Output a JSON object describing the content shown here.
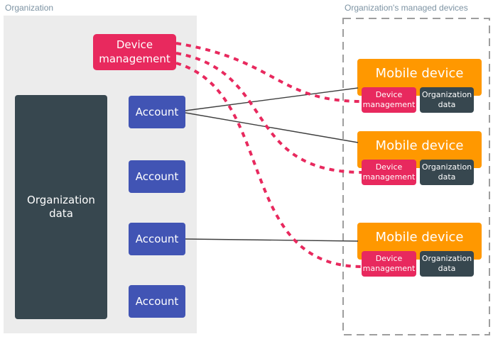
{
  "organization": {
    "label": "Organization",
    "device_management_label": "Device\nmanagement",
    "data_label": "Organization\ndata",
    "accounts": [
      "Account",
      "Account",
      "Account",
      "Account"
    ]
  },
  "managed": {
    "label": "Organization's managed devices",
    "devices": [
      {
        "title": "Mobile device",
        "device_management_label": "Device\nmanagement",
        "data_label": "Organization\ndata"
      },
      {
        "title": "Mobile device",
        "device_management_label": "Device\nmanagement",
        "data_label": "Organization\ndata"
      },
      {
        "title": "Mobile device",
        "device_management_label": "Device\nmanagement",
        "data_label": "Organization\ndata"
      }
    ]
  },
  "colors": {
    "pink": "#E8295E",
    "indigo": "#4154B4",
    "dark_slate": "#37474F",
    "orange": "#FF9800",
    "container_gray": "#ECECEC",
    "dashed_border_gray": "#9E9E9E",
    "section_label_gray_blue": "#7D93A3",
    "connector_line": "#3F3F3F"
  }
}
